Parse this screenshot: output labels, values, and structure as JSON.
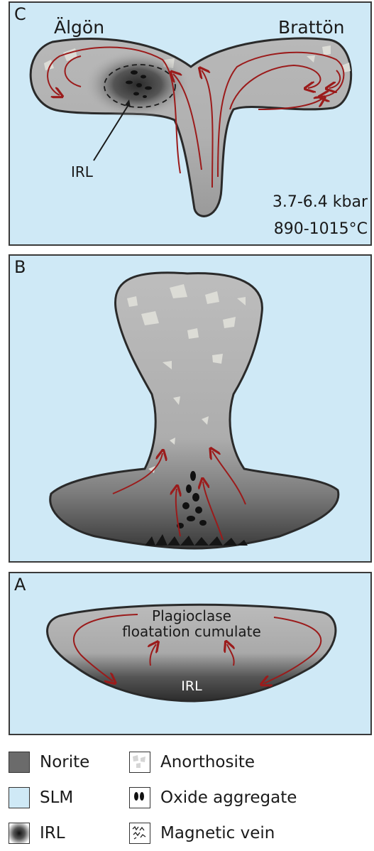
{
  "panel_c": {
    "letter": "C",
    "left_place": "Älgön",
    "right_place": "Brattön",
    "irl_label": "IRL",
    "pressure": "3.7-6.4 kbar",
    "temperature": "890-1015°C"
  },
  "panel_b": {
    "letter": "B"
  },
  "panel_a": {
    "letter": "A",
    "top_label_line1": "Plagioclase",
    "top_label_line2": "floatation cumulate",
    "irl_label": "IRL"
  },
  "legend": [
    {
      "label": "Norite",
      "icon": "norite-swatch"
    },
    {
      "label": "Anorthosite",
      "icon": "anorthosite-swatch"
    },
    {
      "label": "SLM",
      "icon": "slm-swatch"
    },
    {
      "label": "Oxide aggregate",
      "icon": "oxide-aggregate-swatch"
    },
    {
      "label": "IRL",
      "icon": "irl-swatch"
    },
    {
      "label": "Magnetic vein",
      "icon": "magnetic-vein-swatch"
    }
  ],
  "colors": {
    "slm": "#cfe9f6",
    "norite": "#6b6b6b",
    "body_light": "#b5b5b5",
    "flow_arrow": "#9b1b1b"
  }
}
